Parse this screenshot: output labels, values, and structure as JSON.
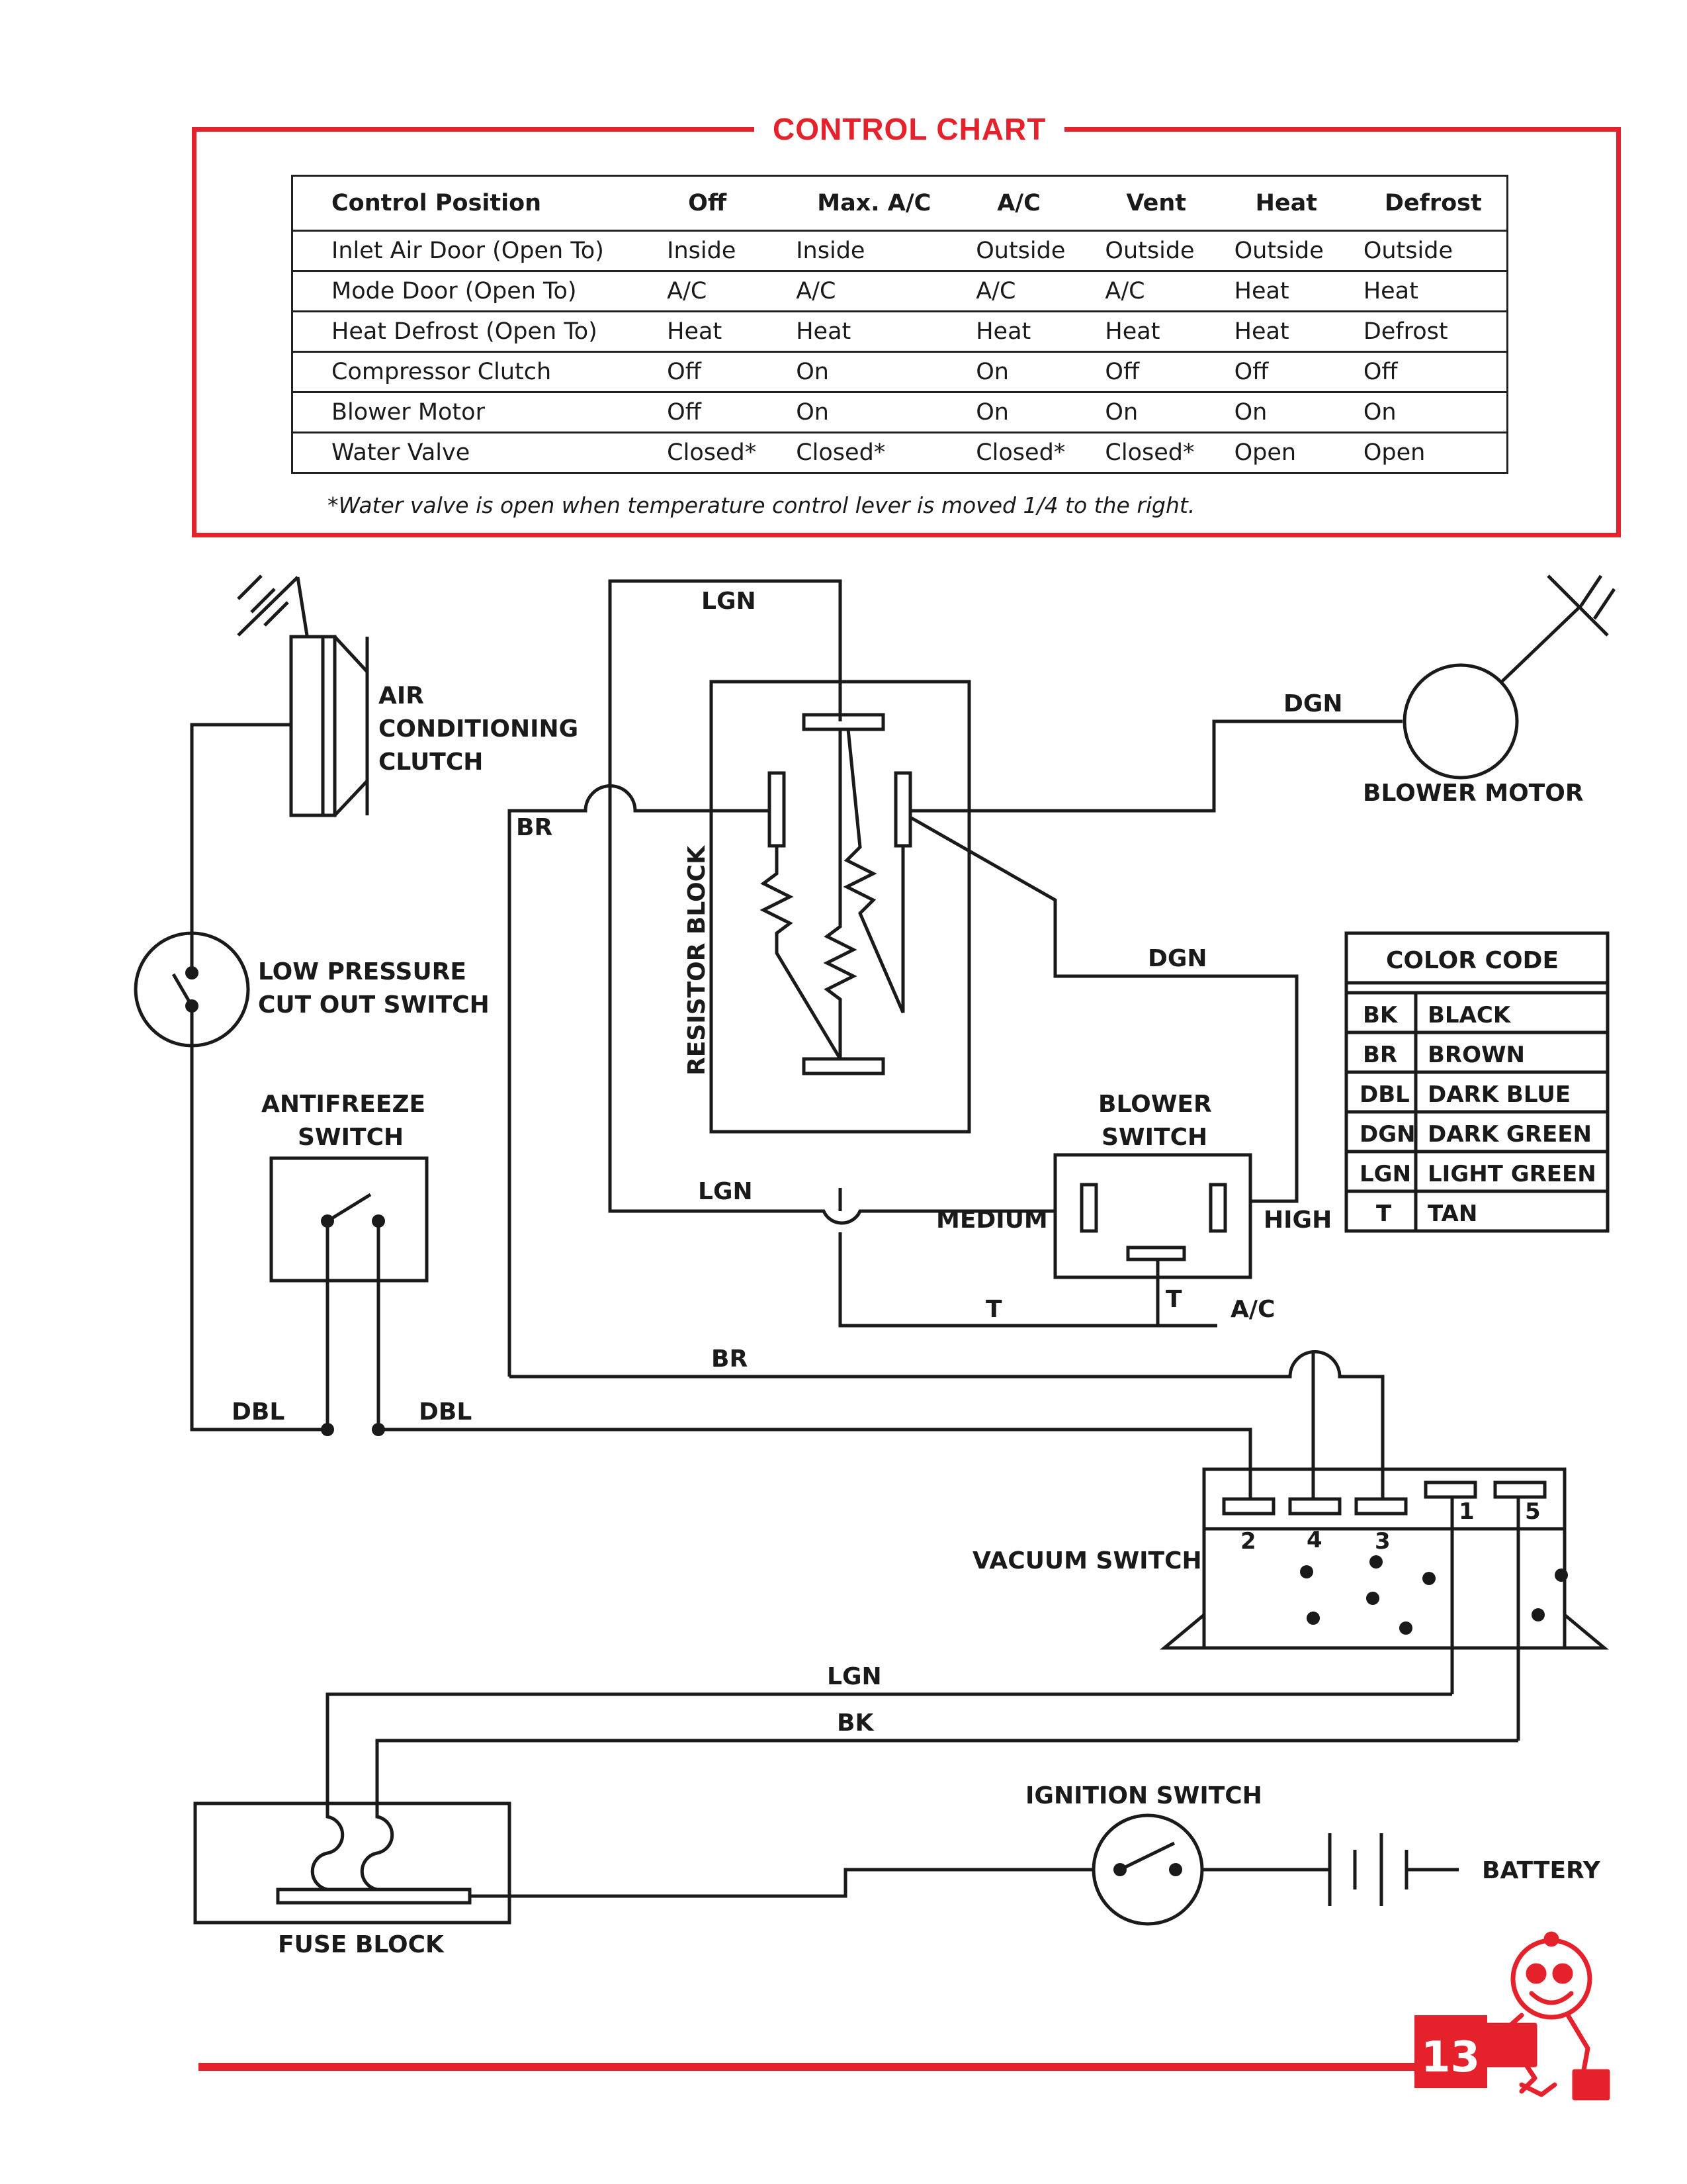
{
  "control_chart": {
    "title": "CONTROL CHART",
    "headers": [
      "Control Position",
      "Off",
      "Max. A/C",
      "A/C",
      "Vent",
      "Heat",
      "Defrost"
    ],
    "rows": [
      [
        "Inlet Air Door (Open To)",
        "Inside",
        "Inside",
        "Outside",
        "Outside",
        "Outside",
        "Outside"
      ],
      [
        "Mode Door (Open To)",
        "A/C",
        "A/C",
        "A/C",
        "A/C",
        "Heat",
        "Heat"
      ],
      [
        "Heat Defrost (Open To)",
        "Heat",
        "Heat",
        "Heat",
        "Heat",
        "Heat",
        "Defrost"
      ],
      [
        "Compressor Clutch",
        "Off",
        "On",
        "On",
        "Off",
        "Off",
        "Off"
      ],
      [
        "Blower Motor",
        "Off",
        "On",
        "On",
        "On",
        "On",
        "On"
      ],
      [
        "Water Valve",
        "Closed*",
        "Closed*",
        "Closed*",
        "Closed*",
        "Open",
        "Open"
      ]
    ],
    "footnote": "*Water valve is open when temperature control lever is moved 1/4 to the right."
  },
  "labels": {
    "ac_clutch_1": "AIR",
    "ac_clutch_2": "CONDITIONING",
    "ac_clutch_3": "CLUTCH",
    "low_pressure_1": "LOW PRESSURE",
    "low_pressure_2": "CUT OUT SWITCH",
    "antifreeze_1": "ANTIFREEZE",
    "antifreeze_2": "SWITCH",
    "resistor_block": "RESISTOR BLOCK",
    "blower_motor": "BLOWER MOTOR",
    "blower_switch_1": "BLOWER",
    "blower_switch_2": "SWITCH",
    "medium": "MEDIUM",
    "high": "HIGH",
    "vacuum_switch": "VACUUM SWITCH",
    "ignition_switch": "IGNITION SWITCH",
    "battery": "BATTERY",
    "fuse_block": "FUSE BLOCK",
    "ac": "A/C"
  },
  "wires": {
    "lgn_top": "LGN",
    "dgn_motor": "DGN",
    "br_left": "BR",
    "dgn_mid": "DGN",
    "lgn_mid": "LGN",
    "t_left": "T",
    "t_switch": "T",
    "br_bottom": "BR",
    "dbl_left": "DBL",
    "dbl_right": "DBL",
    "lgn_bottom": "LGN",
    "bk_bottom": "BK"
  },
  "vacuum_ports": [
    "2",
    "4",
    "3",
    "1",
    "5"
  ],
  "color_code": {
    "title": "COLOR CODE",
    "entries": [
      {
        "code": "BK",
        "name": "BLACK"
      },
      {
        "code": "BR",
        "name": "BROWN"
      },
      {
        "code": "DBL",
        "name": "DARK BLUE"
      },
      {
        "code": "DGN",
        "name": "DARK GREEN"
      },
      {
        "code": "LGN",
        "name": "LIGHT GREEN"
      },
      {
        "code": "T",
        "name": "TAN"
      }
    ]
  },
  "page_number": "13",
  "accent_color": "#e5212b"
}
